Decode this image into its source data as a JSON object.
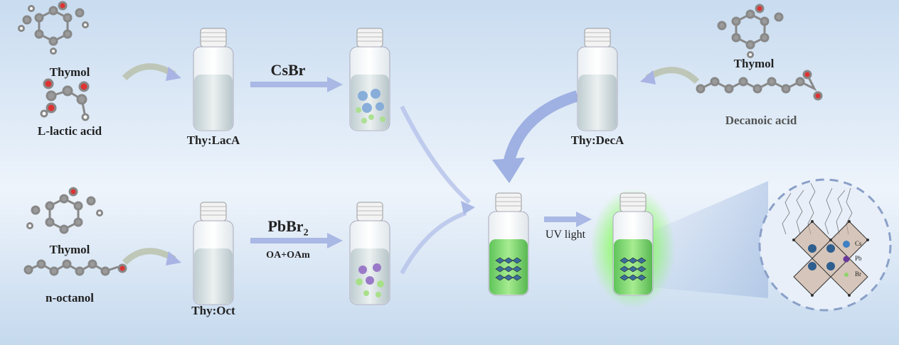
{
  "labels": {
    "thymol_1": "Thymol",
    "lactic": "L-lactic acid",
    "thy_laca": "Thy:LacA",
    "csbr": "CsBr",
    "thymol_2": "Thymol",
    "octanol": "n-octanol",
    "thy_oct": "Thy:Oct",
    "pbbr2_main": "PbBr",
    "pbbr2_sub": "2",
    "oa_oam": "OA+OAm",
    "thy_deca": "Thy:DecA",
    "thymol_3": "Thymol",
    "decanoic": "Decanoic acid",
    "uv_light": "UV light"
  },
  "legend": {
    "cs": "Cs",
    "pb": "Pb",
    "br": "Br"
  },
  "colors": {
    "cs": "#3f7fc4",
    "pb": "#6a3a9a",
    "br": "#8fd46a",
    "green": "#7fe06a",
    "arrow": "#aab8e6"
  }
}
